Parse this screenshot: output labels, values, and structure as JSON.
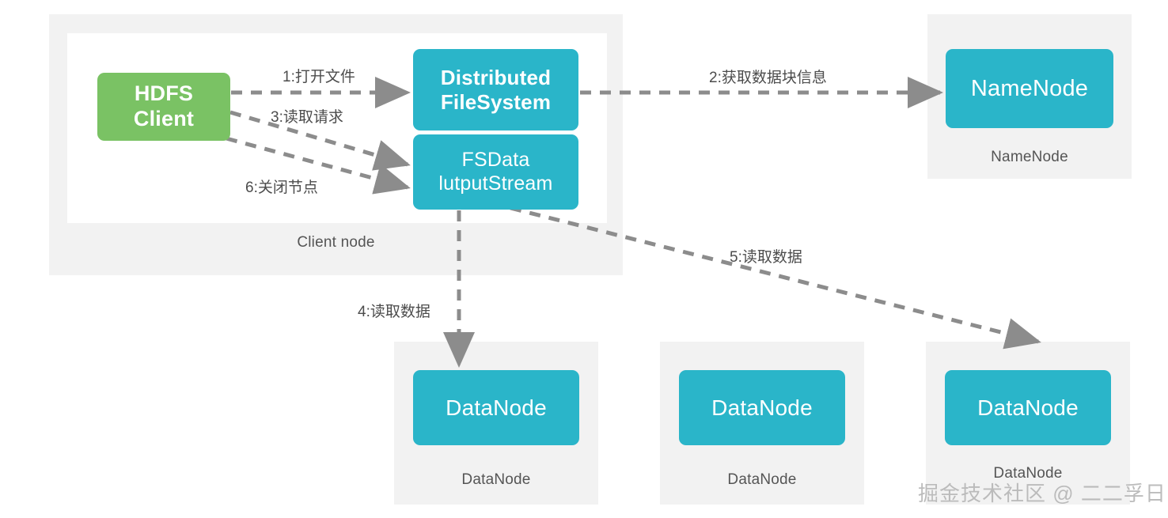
{
  "diagram": {
    "title": "HDFS Read Data Flow",
    "colors": {
      "green": "#7ac264",
      "teal": "#2ab5c9",
      "group_bg": "#f2f2f2",
      "inner_bg": "#ffffff",
      "edge": "#8c8c8c",
      "text": "#4c4c4c",
      "watermark": "#b9b9b9"
    },
    "groups": [
      {
        "caption": "Client node"
      },
      {
        "caption": "NameNode"
      },
      {
        "caption": "DataNode"
      },
      {
        "caption": "DataNode"
      },
      {
        "caption": "DataNode"
      }
    ],
    "nodes": [
      {
        "id": "hdfs-client",
        "line1": "HDFS",
        "line2": "Client",
        "color": "green"
      },
      {
        "id": "dfs",
        "line1": "Distributed",
        "line2": "FileSystem",
        "color": "teal"
      },
      {
        "id": "fsdis",
        "line1": "FSData",
        "line2": "lutputStream",
        "color": "teal"
      },
      {
        "id": "namenode",
        "line1": "NameNode",
        "line2": "",
        "color": "teal"
      },
      {
        "id": "datanode-1",
        "line1": "DataNode",
        "line2": "",
        "color": "teal"
      },
      {
        "id": "datanode-2",
        "line1": "DataNode",
        "line2": "",
        "color": "teal"
      },
      {
        "id": "datanode-3",
        "line1": "DataNode",
        "line2": "",
        "color": "teal"
      }
    ],
    "edges": [
      {
        "id": "e1",
        "label": "1:打开文件",
        "from": "hdfs-client",
        "to": "dfs"
      },
      {
        "id": "e2",
        "label": "2:获取数据块信息",
        "from": "dfs",
        "to": "namenode"
      },
      {
        "id": "e3",
        "label": "3:读取请求",
        "from": "hdfs-client",
        "to": "fsdis"
      },
      {
        "id": "e4",
        "label": "4:读取数据",
        "from": "fsdis",
        "to": "datanode-1"
      },
      {
        "id": "e5",
        "label": "5:读取数据",
        "from": "fsdis",
        "to": "datanode-3"
      },
      {
        "id": "e6",
        "label": "6:关闭节点",
        "from": "hdfs-client",
        "to": "fsdis"
      }
    ],
    "watermark": "掘金技术社区 @ 二二孚日"
  }
}
